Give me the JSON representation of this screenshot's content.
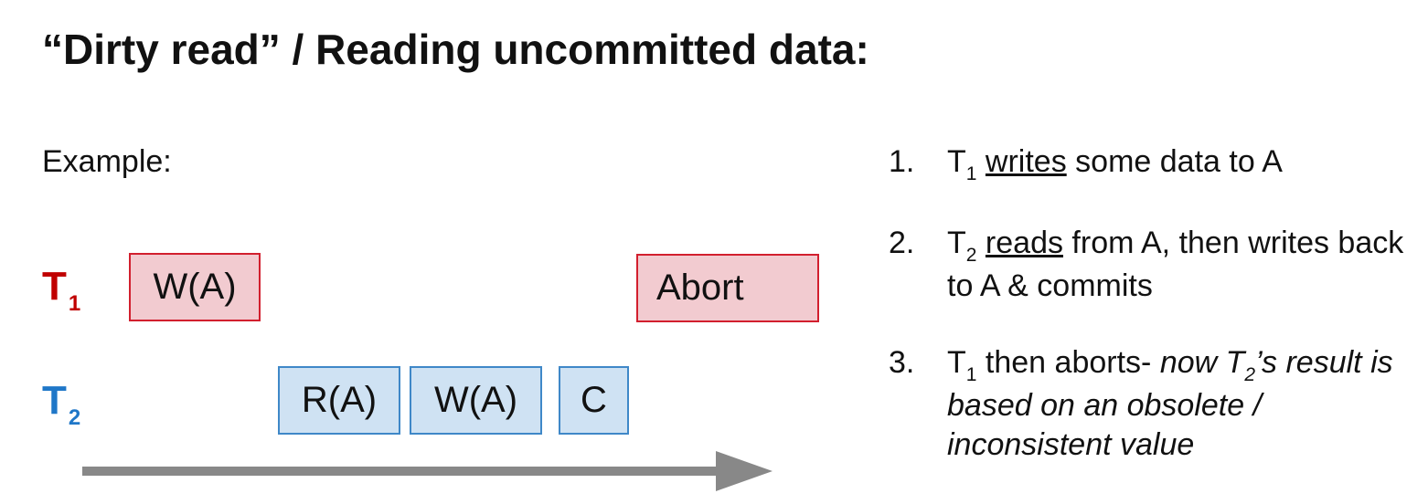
{
  "title": "“Dirty read” / Reading uncommitted data:",
  "example_label": "Example:",
  "colors": {
    "t1": "#c00000",
    "t2": "#1f77c8",
    "t1_box_fill": "#f2cbd0",
    "t1_box_stroke": "#d21f2e",
    "t2_box_fill": "#cfe2f3",
    "t2_box_stroke": "#3f88c8",
    "arrow": "#888888"
  },
  "transactions": [
    {
      "name": "T",
      "sub": "1"
    },
    {
      "name": "T",
      "sub": "2"
    }
  ],
  "operations": {
    "t1_write": "W(A)",
    "t1_abort": "Abort",
    "t2_read": "R(A)",
    "t2_write": "W(A)",
    "t2_commit": "C"
  },
  "steps": [
    {
      "num": "1.",
      "t": "T",
      "t_sub": "1",
      "verb": "writes",
      "rest": " some data to A"
    },
    {
      "num": "2.",
      "t": "T",
      "t_sub": "2",
      "verb": "reads",
      "rest": " from A, then writes back to A & commits"
    },
    {
      "num": "3.",
      "t": "T",
      "t_sub": "1",
      "plain": " then aborts- ",
      "italic_pre": "now T",
      "italic_sub": "2",
      "italic_post": "’s result is based on an obsolete / inconsistent value"
    }
  ]
}
